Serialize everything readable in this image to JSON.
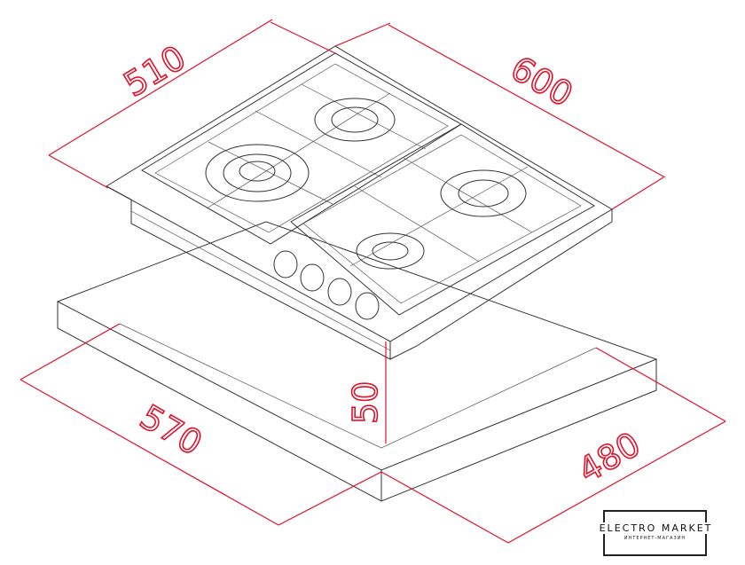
{
  "dimensions": {
    "hob_depth": "510",
    "hob_width": "600",
    "hob_height": "50",
    "cutout_width": "570",
    "cutout_depth": "480"
  },
  "logo": {
    "title": "ELECTRO MARKET",
    "subtitle": "ИНТЕРНЕТ-МАГАЗИН"
  },
  "colors": {
    "dimension": "#e0112a",
    "lines": "#333333"
  }
}
